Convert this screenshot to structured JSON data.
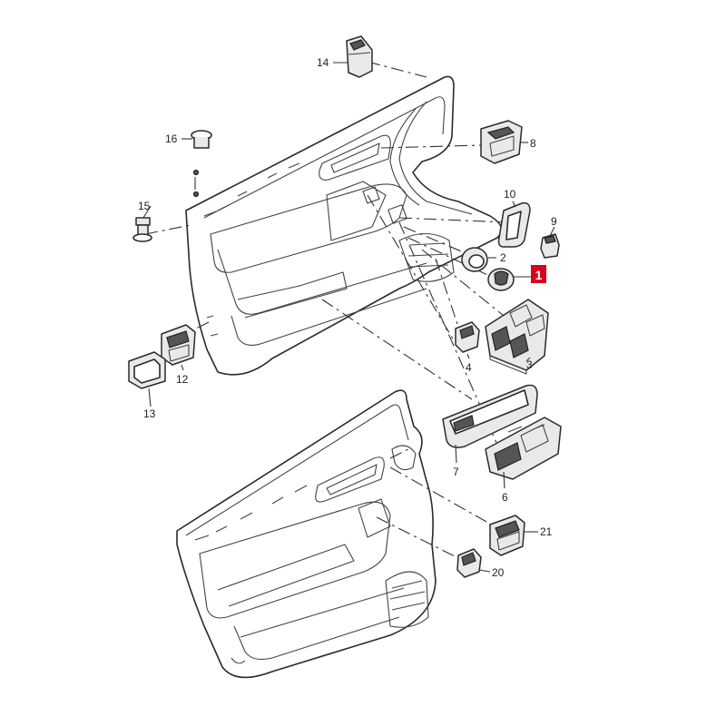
{
  "diagram": {
    "highlight_color": "#d8001c",
    "callouts": [
      {
        "id": "1",
        "label": "1",
        "highlighted": true
      },
      {
        "id": "2",
        "label": "2"
      },
      {
        "id": "3",
        "label": "3"
      },
      {
        "id": "4",
        "label": "4"
      },
      {
        "id": "6",
        "label": "6"
      },
      {
        "id": "7",
        "label": "7"
      },
      {
        "id": "8",
        "label": "8"
      },
      {
        "id": "9",
        "label": "9"
      },
      {
        "id": "10",
        "label": "10"
      },
      {
        "id": "12",
        "label": "12"
      },
      {
        "id": "13",
        "label": "13"
      },
      {
        "id": "14",
        "label": "14"
      },
      {
        "id": "15",
        "label": "15"
      },
      {
        "id": "16",
        "label": "16"
      },
      {
        "id": "20",
        "label": "20"
      },
      {
        "id": "21",
        "label": "21"
      }
    ]
  }
}
